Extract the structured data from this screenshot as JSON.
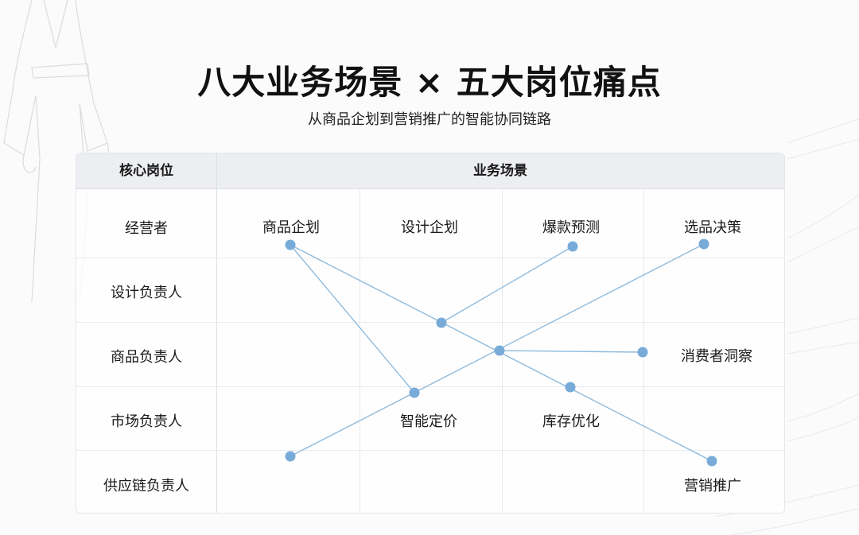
{
  "header": {
    "title": "八大业务场景 × 五大岗位痛点",
    "subtitle": "从商品企划到营销推广的智能协同链路"
  },
  "table": {
    "role_header": "核心岗位",
    "scene_header": "业务场景",
    "roles": [
      "经营者",
      "设计负责人",
      "商品负责人",
      "市场负责人",
      "供应链负责人"
    ]
  },
  "scenes": {
    "product_planning": "商品企划",
    "design_planning": "设计企划",
    "hit_forecast": "爆款预测",
    "selection_decision": "选品决策",
    "consumer_insight": "消费者洞察",
    "smart_pricing": "智能定价",
    "inventory_optimization": "库存优化",
    "marketing_promotion": "营销推广"
  },
  "colors": {
    "node": "#78abd8",
    "link": "#8fbbdc",
    "grid": "#e8eaed",
    "header_bg": "#eceef1"
  }
}
